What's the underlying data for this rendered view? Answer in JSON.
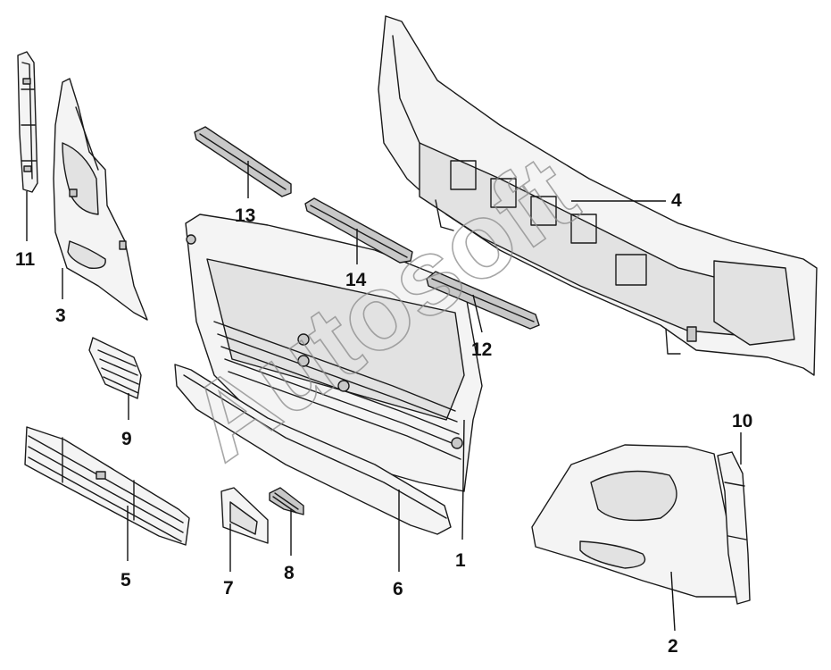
{
  "watermark": "Autosoft",
  "callouts": [
    {
      "id": "1",
      "label": "1"
    },
    {
      "id": "2",
      "label": "2"
    },
    {
      "id": "3",
      "label": "3"
    },
    {
      "id": "4",
      "label": "4"
    },
    {
      "id": "5",
      "label": "5"
    },
    {
      "id": "6",
      "label": "6"
    },
    {
      "id": "7",
      "label": "7"
    },
    {
      "id": "8",
      "label": "8"
    },
    {
      "id": "9",
      "label": "9"
    },
    {
      "id": "10",
      "label": "10"
    },
    {
      "id": "11",
      "label": "11"
    },
    {
      "id": "12",
      "label": "12"
    },
    {
      "id": "13",
      "label": "13"
    },
    {
      "id": "14",
      "label": "14"
    }
  ]
}
